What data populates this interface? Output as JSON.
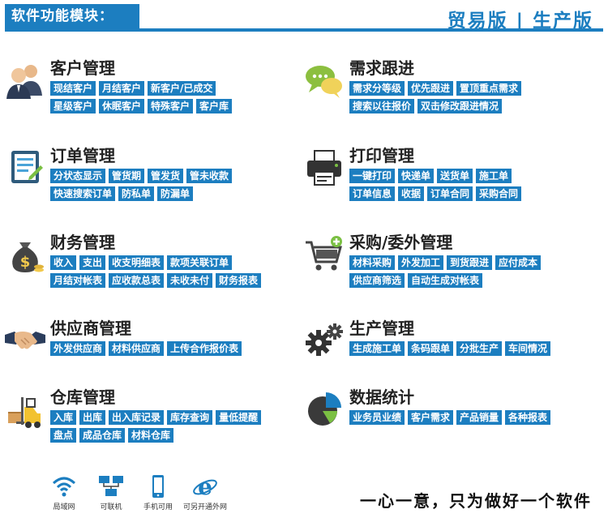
{
  "header": {
    "title": "软件功能模块：",
    "edition": "贸易版 | 生产版"
  },
  "modules": {
    "customer": {
      "title": "客户管理",
      "icon": "people-icon",
      "rows": [
        [
          "现结客户",
          "月结客户",
          "新客户/已成交"
        ],
        [
          "星级客户",
          "休眠客户",
          "特殊客户",
          "客户库"
        ]
      ]
    },
    "demand": {
      "title": "需求跟进",
      "icon": "chat-bubble-icon",
      "rows": [
        [
          "需求分等级",
          "优先跟进",
          "置顶重点需求"
        ],
        [
          "搜索以往报价",
          "双击修改跟进情况"
        ]
      ]
    },
    "order": {
      "title": "订单管理",
      "icon": "document-icon",
      "rows": [
        [
          "分状态显示",
          "管货期",
          "管发货",
          "管未收款"
        ],
        [
          "快速搜索订单",
          "防私单",
          "防漏单"
        ]
      ]
    },
    "print": {
      "title": "打印管理",
      "icon": "printer-icon",
      "rows": [
        [
          "一键打印",
          "快递单",
          "送货单",
          "施工单"
        ],
        [
          "订单信息",
          "收据",
          "订单合同",
          "采购合同"
        ]
      ]
    },
    "finance": {
      "title": "财务管理",
      "icon": "money-bag-icon",
      "rows": [
        [
          "收入",
          "支出",
          "收支明细表",
          "款项关联订单"
        ],
        [
          "月结对帐表",
          "应收款总表",
          "未收未付",
          "财务报表"
        ]
      ]
    },
    "purchase": {
      "title": "采购/委外管理",
      "icon": "shopping-cart-icon",
      "rows": [
        [
          "材料采购",
          "外发加工",
          "到货跟进",
          "应付成本"
        ],
        [
          "供应商筛选",
          "自动生成对帐表"
        ]
      ]
    },
    "supplier": {
      "title": "供应商管理",
      "icon": "handshake-icon",
      "rows": [
        [
          "外发供应商",
          "材料供应商",
          "上传合作报价表"
        ]
      ]
    },
    "production": {
      "title": "生产管理",
      "icon": "gears-icon",
      "rows": [
        [
          "生成施工单",
          "条码跟单",
          "分批生产",
          "车间情况"
        ]
      ]
    },
    "warehouse": {
      "title": "仓库管理",
      "icon": "forklift-icon",
      "rows": [
        [
          "入库",
          "出库",
          "出入库记录",
          "库存查询",
          "量低提醒"
        ],
        [
          "盘点",
          "成品仓库",
          "材料仓库"
        ]
      ]
    },
    "stats": {
      "title": "数据统计",
      "icon": "pie-chart-icon",
      "rows": [
        [
          "业务员业绩",
          "客户需求",
          "产品销量",
          "各种报表"
        ]
      ]
    }
  },
  "footer": {
    "items": [
      {
        "label": "局域网",
        "icon": "wifi-icon"
      },
      {
        "label": "可联机",
        "icon": "network-computers-icon"
      },
      {
        "label": "手机可用",
        "icon": "mobile-phone-icon"
      },
      {
        "label": "可另开通外网",
        "icon": "internet-explorer-icon"
      }
    ],
    "slogan": "一心一意，只为做好一个软件"
  },
  "colors": {
    "accent": "#1c7ec0"
  }
}
